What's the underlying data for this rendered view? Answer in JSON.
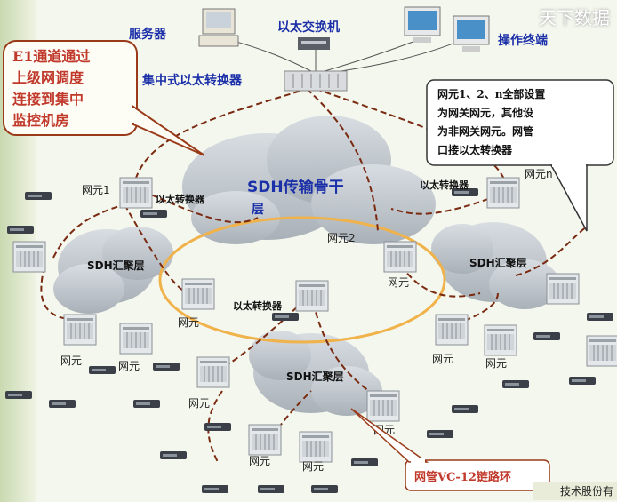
{
  "labels": {
    "server": "服务器",
    "ethernet_switch": "以太交换机",
    "operator_terminal": "操作终端",
    "central_converter": "集中式以太转换器",
    "sdh_backbone": "SDH传输骨干",
    "sdh_backbone_line2": "层",
    "sdh_agg": "SDH汇聚层",
    "converter": "以太转换器",
    "ne": "网元",
    "ne1": "网元1",
    "ne2": "网元2",
    "nen": "网元n",
    "vc12_ring": "网管VC-12链路环"
  },
  "callouts": {
    "e1": [
      "E1通道通过",
      "上级网调度",
      "连接到集中",
      "监控机房"
    ],
    "gateway": [
      "网元1、2、n全部设置",
      "为网关网元，其他设",
      "为非网关网元。网管",
      "口接以太转换器"
    ]
  },
  "watermark": "天下数据",
  "footer": "技术股份有",
  "colors": {
    "cloud": "#bfc6cc",
    "ring": "#f0b24a",
    "dashed_link": "#7a2a10",
    "callout_border": "#9a3a18",
    "label_blue": "#1a2fa8",
    "callout_red": "#c0392b"
  }
}
